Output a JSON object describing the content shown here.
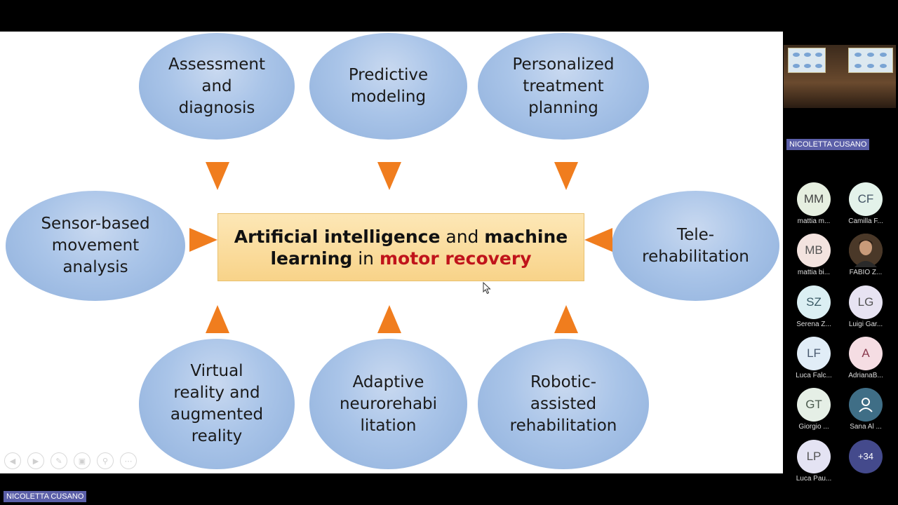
{
  "slide": {
    "ellipses": {
      "assessment": "Assessment\nand\ndiagnosis",
      "predictive": "Predictive\nmodeling",
      "personalized": "Personalized\ntreatment\nplanning",
      "sensor": "Sensor-based\nmovement\nanalysis",
      "tele": "Tele-\nrehabilitation",
      "virtual": "Virtual\nreality and\naugmented\nreality",
      "adaptive": "Adaptive\nneurorehabi\nlitation",
      "robotic": "Robotic-\nassisted\nrehabilitation"
    },
    "center": {
      "part1": "Artificial intelligence",
      "part2": " and ",
      "part3": "machine learning",
      "part4": " in ",
      "part5": "motor recovery"
    },
    "arrow_color": "#f07d1e",
    "box_color": "#fbdf9f",
    "ellipse_color": "#a9c4e8"
  },
  "speaker_label": "NICOLETTA CUSANO",
  "bottom_label": "NICOLETTA CUSANO",
  "participants": [
    {
      "initials": "MM",
      "name": "mattia m...",
      "bg": "#e6efe0",
      "fg": "#444"
    },
    {
      "initials": "CF",
      "name": "Camilla F...",
      "bg": "#e3f2ea",
      "fg": "#456"
    },
    {
      "initials": "MB",
      "name": "mattia bi...",
      "bg": "#f3e3df",
      "fg": "#555"
    },
    {
      "initials": "",
      "name": "FABIO Z...",
      "bg": "#5a4636",
      "fg": "#fff"
    },
    {
      "initials": "SZ",
      "name": "Serena Z...",
      "bg": "#dbeff3",
      "fg": "#3a5b66"
    },
    {
      "initials": "LG",
      "name": "Luigi Gar...",
      "bg": "#e7e3f2",
      "fg": "#555"
    },
    {
      "initials": "LF",
      "name": "Luca Falc...",
      "bg": "#e1edf7",
      "fg": "#4a5a70"
    },
    {
      "initials": "A",
      "name": "AdrianaB...",
      "bg": "#f5dde3",
      "fg": "#8a3a4e"
    },
    {
      "initials": "GT",
      "name": "Giorgio ...",
      "bg": "#e5efe6",
      "fg": "#4a5a4e"
    },
    {
      "initials": "",
      "name": "Sana Al ...",
      "bg": "#3f6e86",
      "fg": "#fff"
    },
    {
      "initials": "LP",
      "name": "Luca Pau...",
      "bg": "#e4e3f3",
      "fg": "#555"
    },
    {
      "initials": "+34",
      "name": "",
      "bg": "#444a8c",
      "fg": "#fff"
    }
  ],
  "slide_controls": [
    "prev-icon",
    "next-icon",
    "pen-icon",
    "slides-icon",
    "zoom-icon",
    "more-icon"
  ]
}
